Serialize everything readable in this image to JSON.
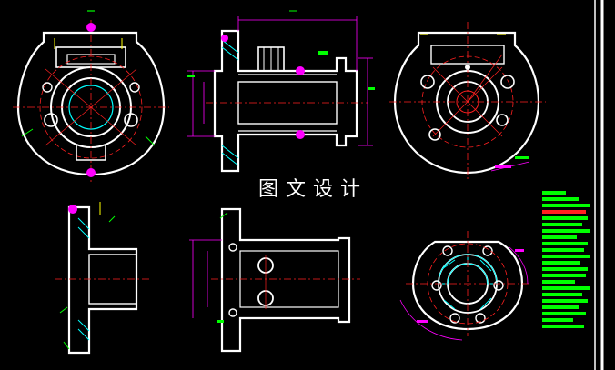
{
  "drawing": {
    "title": "图文设计"
  },
  "colors": {
    "background": "#000000",
    "outline": "#ffffff",
    "centerline": "#ff2020",
    "dimension": "#ff00ff",
    "hatch": "#00ffff",
    "annotation": "#00ff00",
    "leader": "#ffff00",
    "frame": "#ffffff"
  },
  "views": [
    {
      "name": "view-top-left-face"
    },
    {
      "name": "view-top-center-section"
    },
    {
      "name": "view-top-right-face"
    },
    {
      "name": "view-bottom-left-side"
    },
    {
      "name": "view-bottom-center-body"
    },
    {
      "name": "view-bottom-right-flange"
    }
  ],
  "notes_block": {
    "line_count": 22
  }
}
